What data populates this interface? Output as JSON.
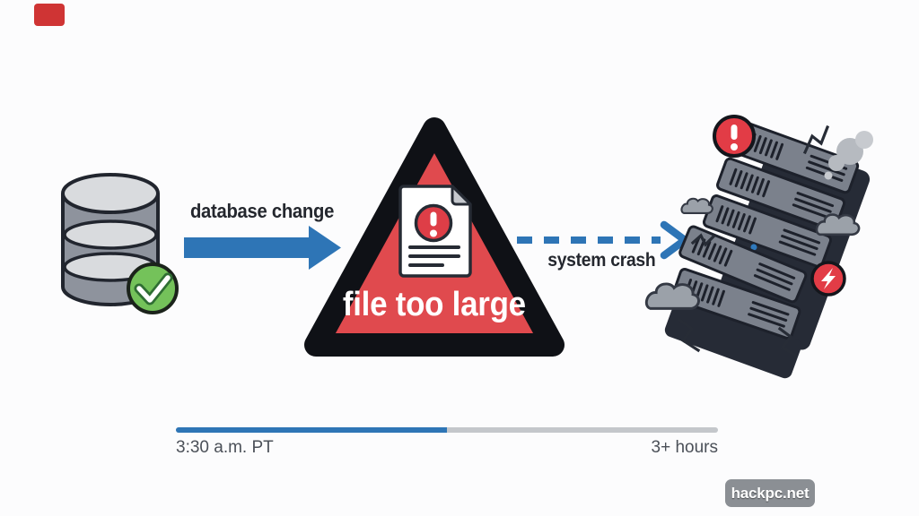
{
  "flow": {
    "step1": {
      "icon": "database",
      "status_icon": "check-badge",
      "arrow_label": "database change"
    },
    "step2": {
      "icon": "warning-triangle",
      "inner_icon": "error-document",
      "label": "file too large"
    },
    "step3": {
      "icon": "crashed-server-rack",
      "arrow_label": "system crash",
      "badges": [
        "alert-exclamation",
        "power-fault"
      ],
      "effects": [
        "smoke",
        "storm-clouds",
        "cracks"
      ]
    }
  },
  "timeline": {
    "start_label": "3:30 a.m. PT",
    "end_label": "3+ hours",
    "progress_fraction": 0.5
  },
  "watermark": {
    "text": "hackpc.net"
  },
  "colors": {
    "accent_blue": "#2E75B6",
    "alert_red": "#E0464E",
    "success_green": "#74C25A",
    "dark_outline": "#20242E",
    "cloud_gray": "#9BA1A9",
    "bar_gray": "#C4C7CB",
    "text_dark": "#24272E",
    "text_gray": "#4B5058"
  }
}
